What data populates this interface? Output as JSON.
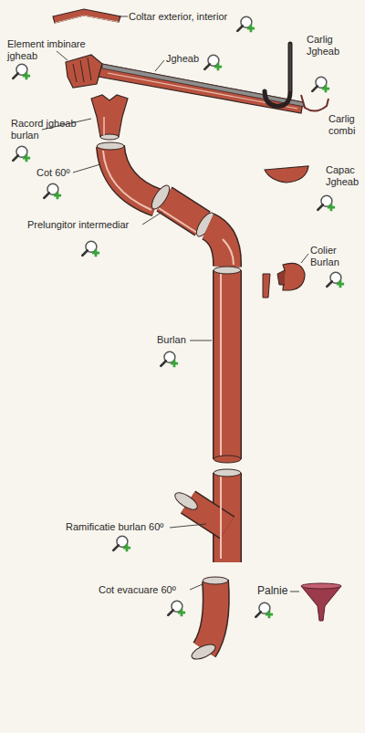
{
  "diagram": {
    "labels": [
      "Coltar exterior, interior",
      "Element imbinare jgheab",
      "Jgheab",
      "Carlig Jgheab",
      "Carlig combi",
      "Racord jgheab burlan",
      "Cot 60º",
      "Capac Jgheab",
      "Prelungitor intermediar",
      "Colier Burlan",
      "Burlan",
      "Ramificatie burlan 60º",
      "Cot evacuare 60º",
      "Palnie"
    ]
  }
}
